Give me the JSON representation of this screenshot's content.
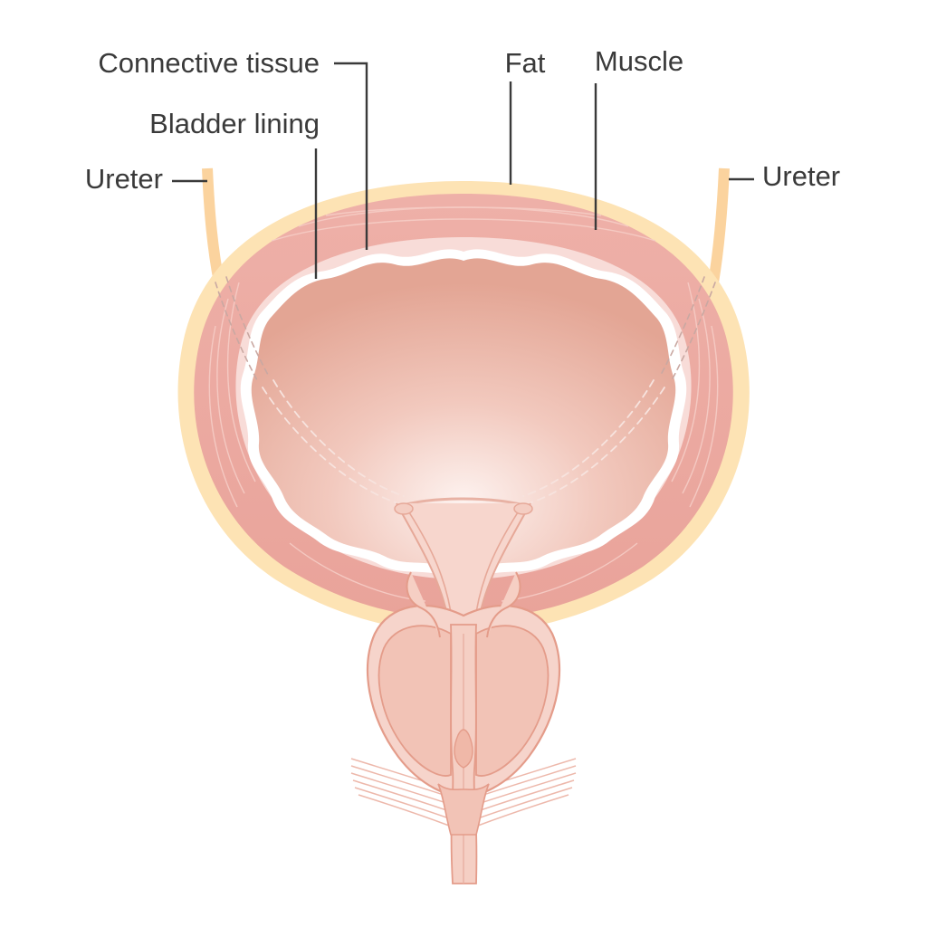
{
  "labels": {
    "connective_tissue": "Connective tissue",
    "fat": "Fat",
    "muscle": "Muscle",
    "bladder_lining": "Bladder lining",
    "ureter_left": "Ureter",
    "ureter_right": "Ureter"
  },
  "colors": {
    "fat": "#fde3b4",
    "muscle": "#eca8a0",
    "muscle_fibre": "#f4c7c0",
    "connective_tissue": "#f8dcd8",
    "lining": "#ffffff",
    "lumen_center": "#fbe9e5",
    "lumen_edge": "#e3a898",
    "prostate": "#f2c3b6",
    "prostate_outline": "#e49c8a",
    "urethra": "#f5cfc4",
    "label_text": "#3a3a3a"
  }
}
